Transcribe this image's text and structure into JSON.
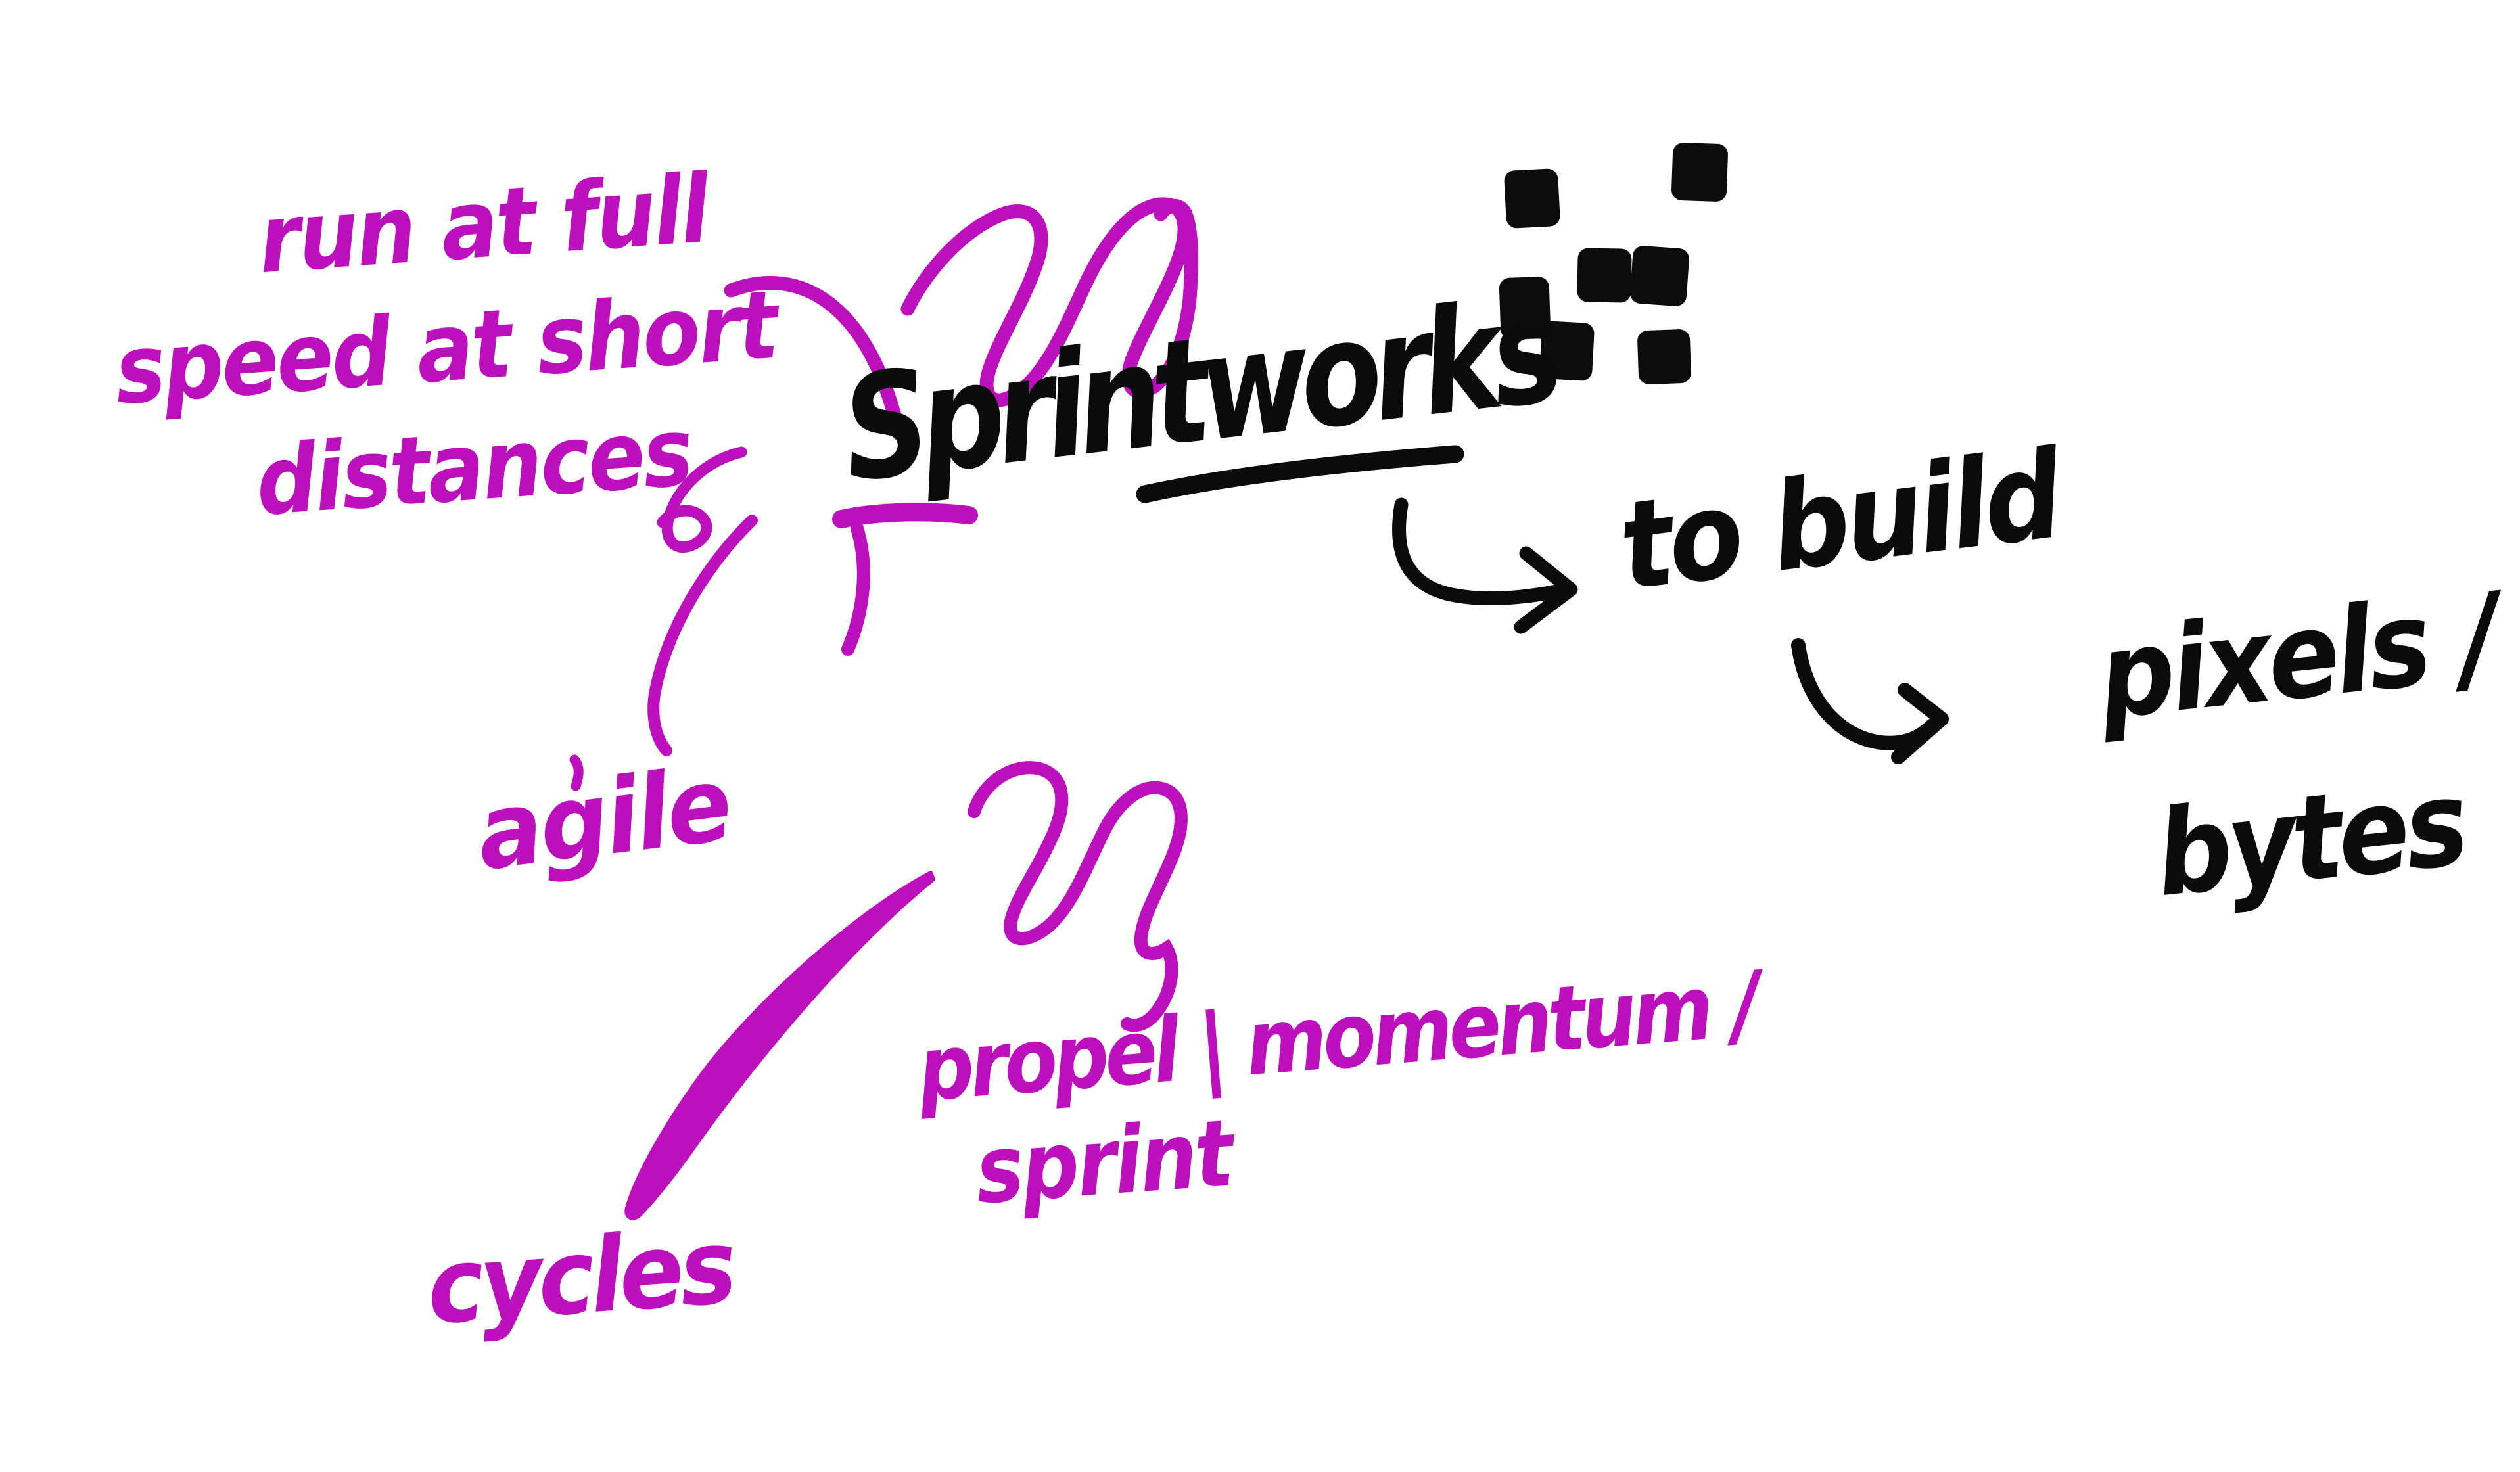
{
  "colors": {
    "background": "#ffffff",
    "ink": "#0b0b0b",
    "marker": "#bd10bd"
  },
  "title": {
    "text": "Sprintworks"
  },
  "logo": {
    "icon": "pixel-cluster-icon"
  },
  "branches": {
    "speed": {
      "lines": [
        "run at full",
        "speed at short",
        "distances"
      ]
    },
    "agile": {
      "label": "agile"
    },
    "cycles": {
      "label": "cycles"
    },
    "keywords": {
      "line1": "propel | momentum /",
      "line2": "sprint"
    }
  },
  "purpose": {
    "label": "to build"
  },
  "output": {
    "line1": "pixels /",
    "line2": "bytes"
  }
}
